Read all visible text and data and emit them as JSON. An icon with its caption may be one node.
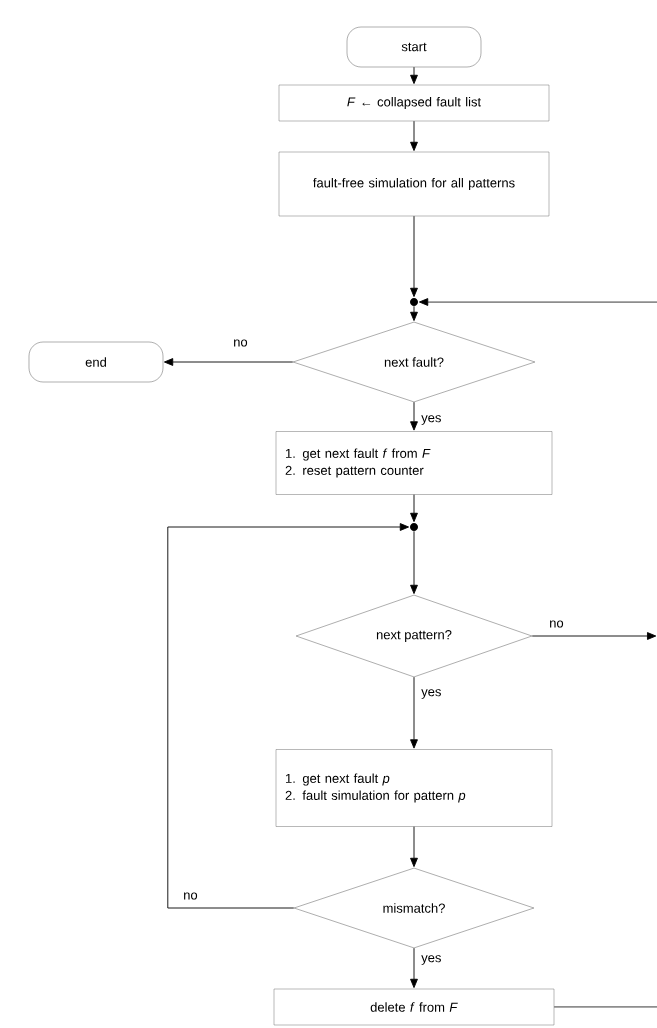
{
  "diagram": {
    "nodes": [
      {
        "text": [
          "start"
        ]
      },
      {
        "text": [
          "*F* ← collapsed fault list"
        ]
      },
      {
        "text": [
          "fault-free simulation for all patterns"
        ]
      },
      {
        "text": [],
        "shape": "circle"
      },
      {
        "text": [
          "next fault?"
        ]
      },
      {
        "text": [
          "end"
        ]
      },
      {
        "text": [
          "1. get next fault *f* from *F*",
          "2. reset pattern counter"
        ]
      },
      {
        "text": [],
        "shape": "circle"
      },
      {
        "text": [
          "next pattern?"
        ]
      },
      {
        "text": [
          "1. get next fault *p*",
          "2. fault simulation for pattern *p*"
        ]
      },
      {
        "text": [
          "mismatch?"
        ]
      },
      {
        "text": [
          "delete *f* from *F*"
        ]
      }
    ],
    "edges": [
      {
        "from": 0,
        "to": 1,
        "arrow": "to"
      },
      {
        "from": 1,
        "to": 2,
        "arrow": "to"
      },
      {
        "from": 2,
        "to": 3,
        "arrow": "to"
      },
      {
        "from": 3,
        "to": 4,
        "arrow": "to"
      },
      {
        "from": 4,
        "to": 5,
        "arrow": "to",
        "label": "no"
      },
      {
        "from": 4,
        "to": 6,
        "arrow": "to",
        "label": "yes"
      },
      {
        "from": 6,
        "to": 7,
        "arrow": "to"
      },
      {
        "from": 7,
        "to": 8,
        "arrow": "to"
      },
      {
        "from": 8,
        "to": null,
        "arrow": "to",
        "label": "no"
      },
      {
        "from": 8,
        "to": 9,
        "arrow": "to",
        "label": "yes"
      },
      {
        "from": 9,
        "to": 10,
        "arrow": "to"
      },
      {
        "from": 10,
        "to": 7,
        "arrow": "to",
        "label": "no"
      },
      {
        "from": 10,
        "to": 11,
        "arrow": "to",
        "label": "yes"
      },
      {
        "from": 11,
        "to": null,
        "arrow": "none"
      },
      {
        "from": null,
        "to": 3,
        "arrow": "to"
      }
    ]
  }
}
